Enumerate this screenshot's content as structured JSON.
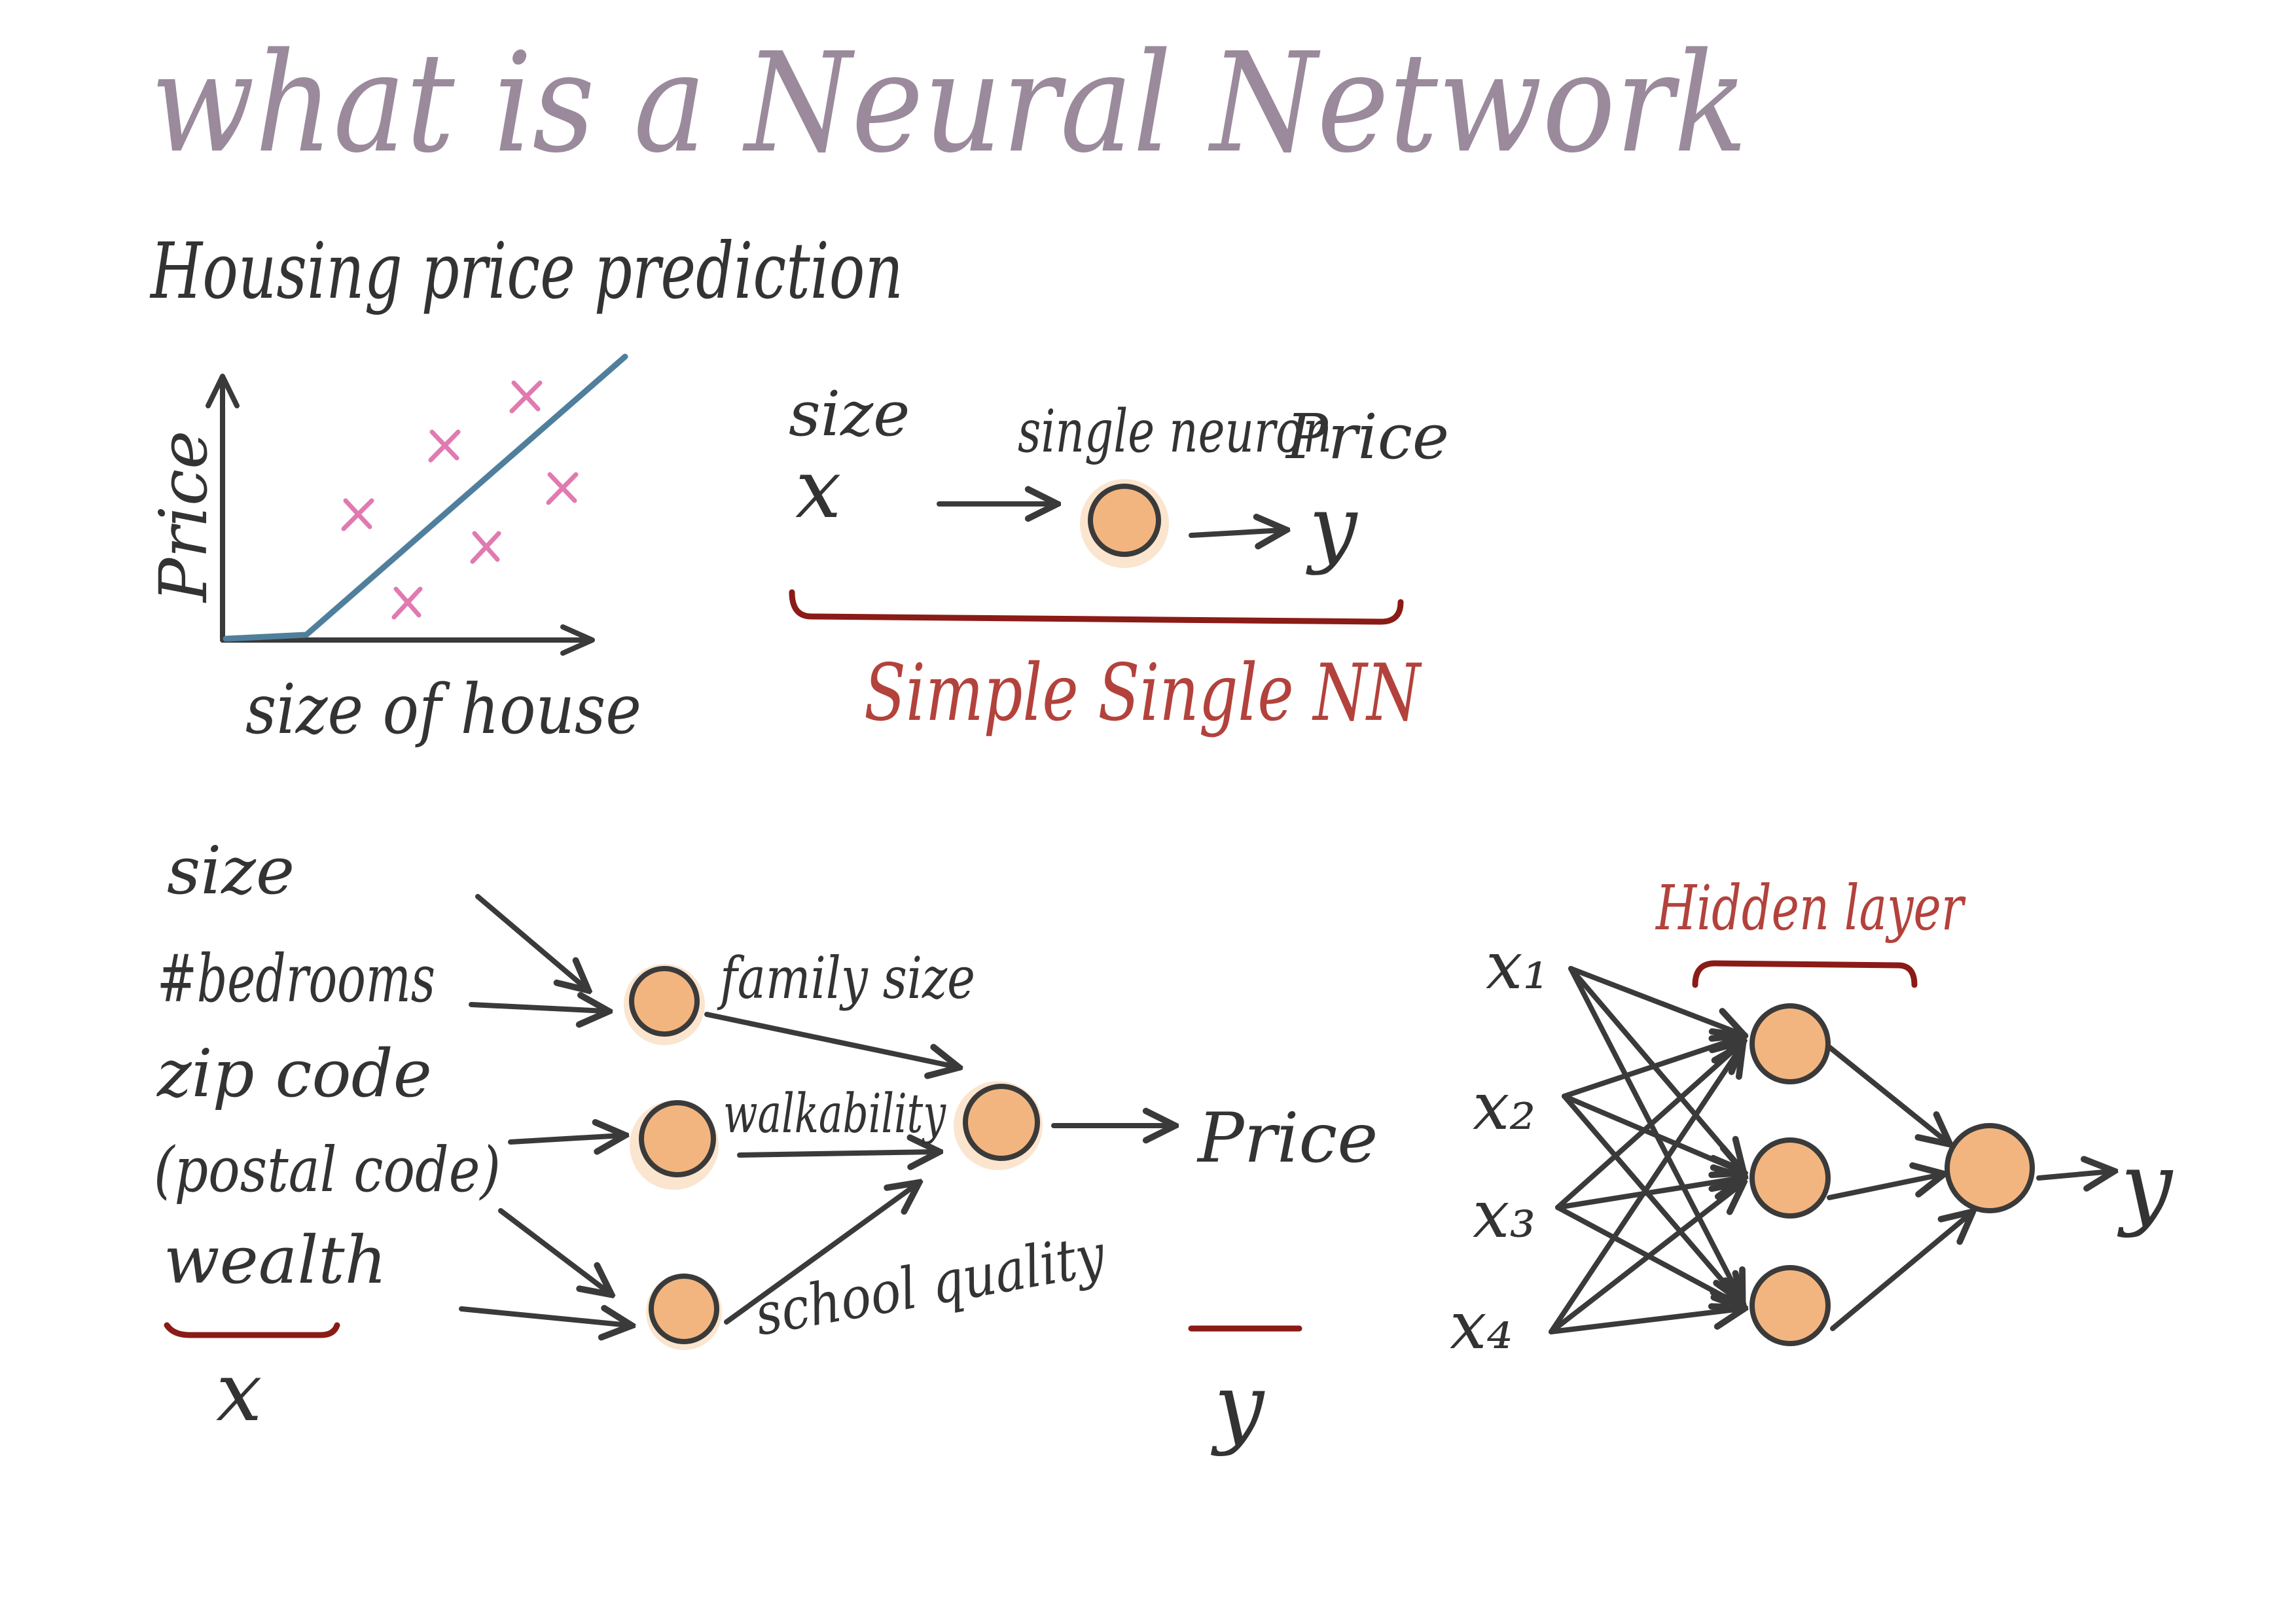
{
  "title": "what is a Neural Network",
  "section1": {
    "heading": "Housing price prediction",
    "ylabel": "Price",
    "xlabel": "size of house"
  },
  "section2": {
    "input_label": "size",
    "input_var": "x",
    "neuron_label": "single neuron",
    "output_label": "Price",
    "output_var": "y",
    "caption": "Simple Single NN"
  },
  "section3": {
    "inputs": [
      "size",
      "#bedrooms",
      "zip code",
      "(postal code)",
      "wealth"
    ],
    "input_var": "x",
    "hidden": [
      "family size",
      "walkability",
      "school quality"
    ],
    "output_label": "Price",
    "output_var": "y"
  },
  "section4": {
    "hidden_label": "Hidden layer",
    "inputs": [
      "x₁",
      "x₂",
      "x₃",
      "x₄"
    ],
    "output_var": "y"
  },
  "colors": {
    "title": "#9a8a9c",
    "ink": "#333333",
    "red_text": "#b3423c",
    "bracket": "#8a1b16",
    "node_fill": "#f3b57f",
    "crosses": "#e07ab0",
    "fit_line": "#4f7f9c"
  }
}
